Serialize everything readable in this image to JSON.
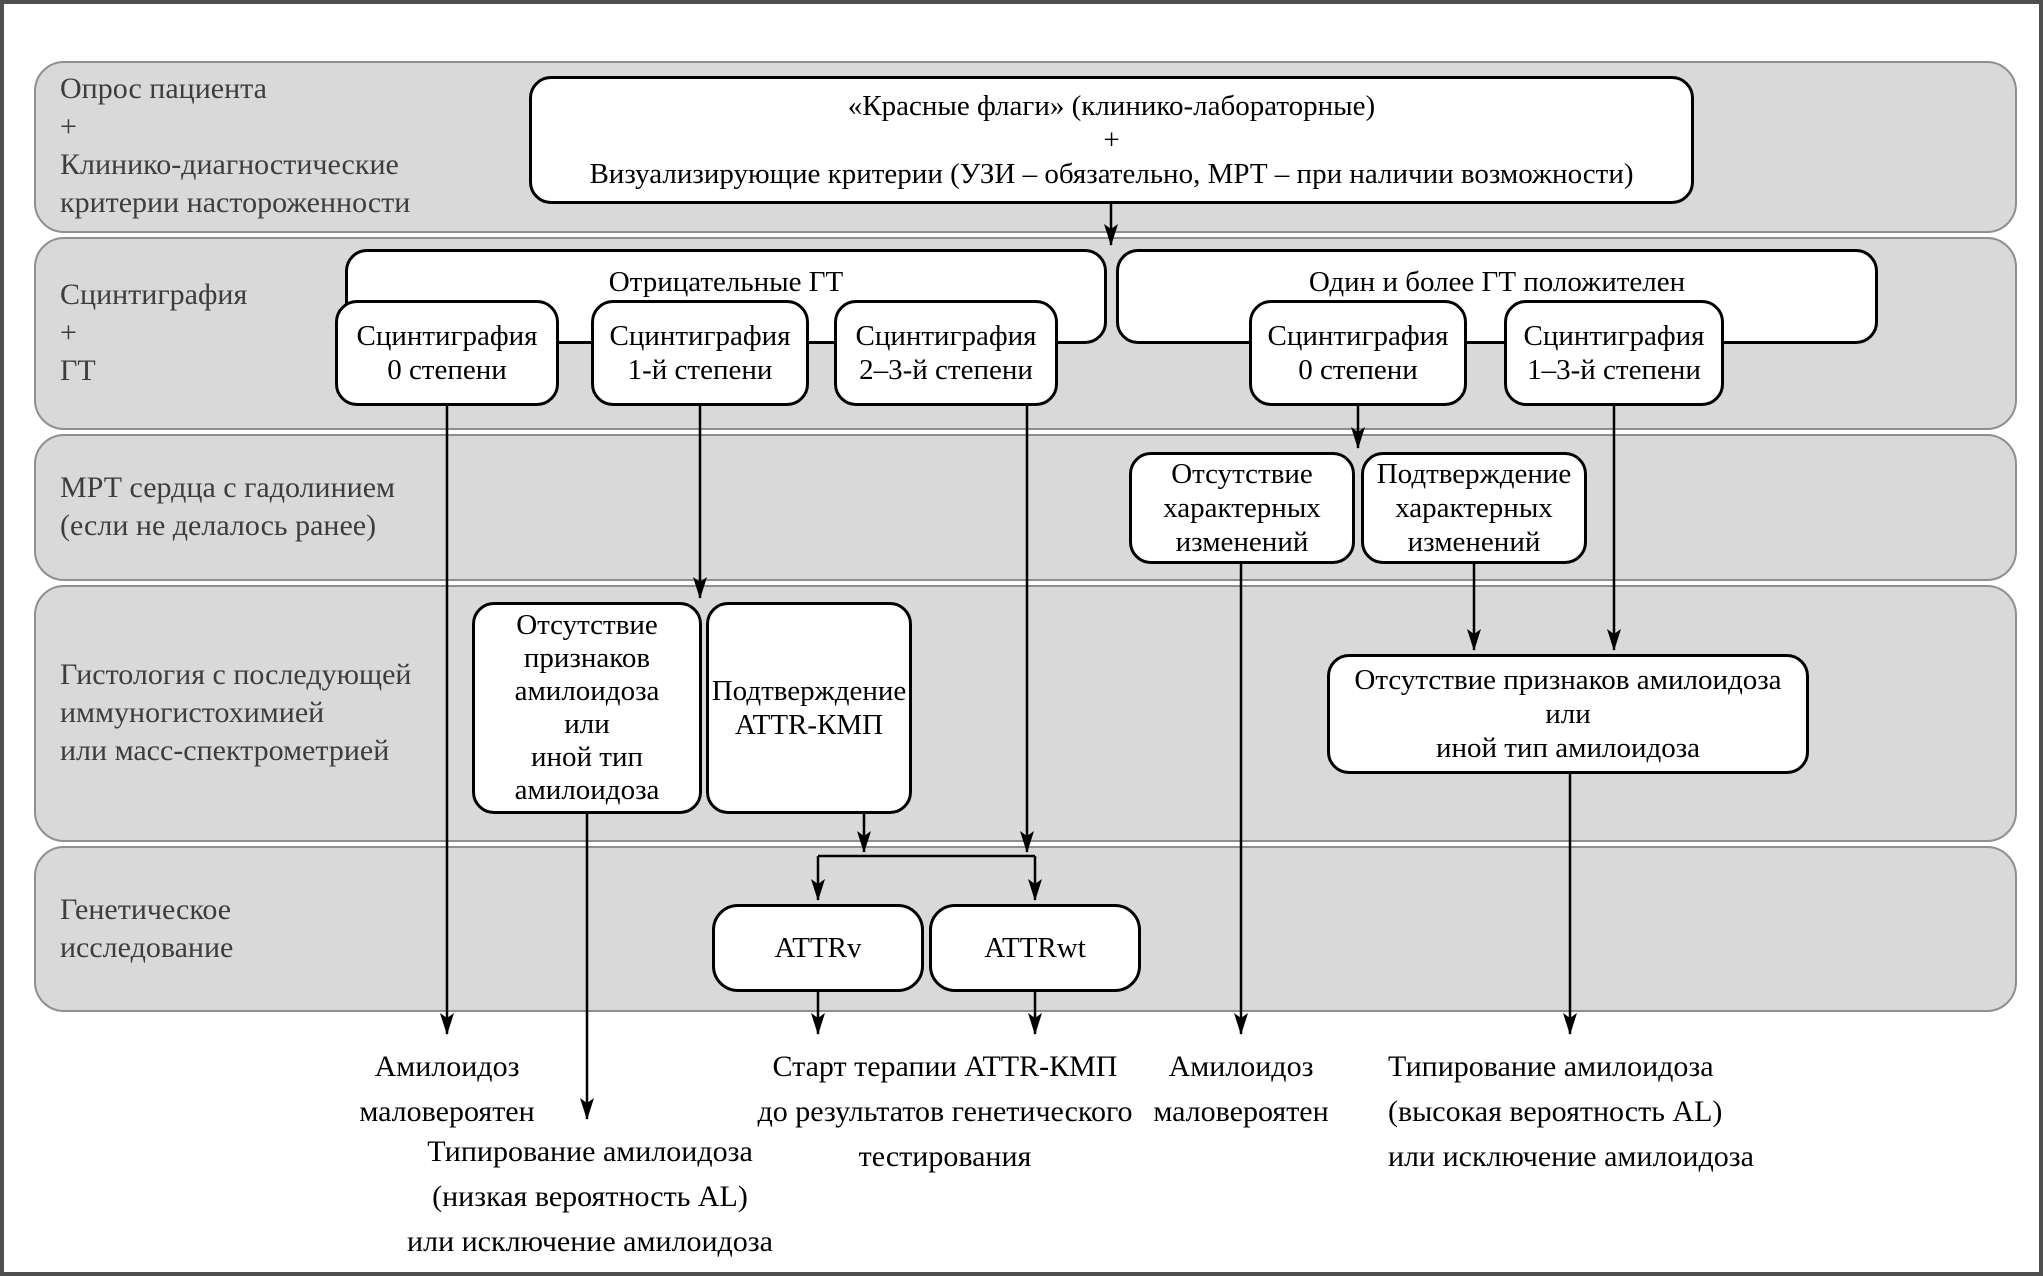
{
  "diagram": {
    "title_implicit": "Диагностический алгоритм ATTR-КМП",
    "rows": [
      {
        "label_lines": [
          "Опрос пациента",
          "+",
          "Клинико-диагностические",
          "критерии настороженности"
        ]
      },
      {
        "label_lines": [
          "Сцинтиграфия",
          "+",
          "ГТ"
        ]
      },
      {
        "label_lines": [
          "МРТ сердца с гадолинием",
          "(если не делалось ранее)"
        ]
      },
      {
        "label_lines": [
          "Гистология с последующей",
          "иммуногистохимией",
          "или масс-спектрометрией"
        ]
      },
      {
        "label_lines": [
          "Генетическое",
          "исследование"
        ]
      }
    ],
    "nodes": {
      "red_flags": {
        "lines": [
          "«Красные флаги» (клинико-лабораторные)",
          "+",
          "Визуализирующие критерии (УЗИ – обязательно, МРТ – при наличии возможности)"
        ]
      },
      "gt_negative": {
        "label": "Отрицательные ГТ"
      },
      "gt_positive": {
        "label": "Один и более ГТ положителен"
      },
      "scint_0_left": {
        "lines": [
          "Сцинтиграфия",
          "0 степени"
        ]
      },
      "scint_1": {
        "lines": [
          "Сцинтиграфия",
          "1-й степени"
        ]
      },
      "scint_2_3": {
        "lines": [
          "Сцинтиграфия",
          "2–3-й степени"
        ]
      },
      "scint_0_right": {
        "lines": [
          "Сцинтиграфия",
          "0 степени"
        ]
      },
      "scint_1_3": {
        "lines": [
          "Сцинтиграфия",
          "1–3-й степени"
        ]
      },
      "mri_no_changes": {
        "lines": [
          "Отсутствие",
          "характерных",
          "изменений"
        ]
      },
      "mri_confirmed": {
        "lines": [
          "Подтверждение",
          "характерных",
          "изменений"
        ]
      },
      "hist_no_amyloid_left": {
        "lines": [
          "Отсутствие",
          "признаков",
          "амилоидоза",
          "или",
          "иной тип",
          "амилоидоза"
        ]
      },
      "hist_attr_confirmed": {
        "lines": [
          "Подтверждение",
          "ATTR-КМП"
        ]
      },
      "hist_no_amyloid_right": {
        "lines": [
          "Отсутствие признаков амилоидоза",
          "или",
          "иной тип амилоидоза"
        ]
      },
      "attrv": {
        "label": "ATTRv"
      },
      "attrwt": {
        "label": "ATTRwt"
      }
    },
    "outcomes": {
      "amyloid_unlikely_left": {
        "lines": [
          "Амилоидоз",
          "маловероятен"
        ]
      },
      "typing_low_al": {
        "lines": [
          "Типирование амилоидоза",
          "(низкая вероятность AL)",
          "или исключение амилоидоза"
        ]
      },
      "start_therapy": {
        "lines": [
          "Старт терапии ATTR-КМП",
          "до результатов генетического",
          "тестирования"
        ]
      },
      "amyloid_unlikely_right": {
        "lines": [
          "Амилоидоз",
          "маловероятен"
        ]
      },
      "typing_high_al": {
        "lines": [
          "Типирование амилоидоза",
          "(высокая вероятность AL)",
          "или исключение амилоидоза"
        ]
      }
    },
    "colors": {
      "band_fill": "#d9d9d9",
      "band_border": "#8f8f8f",
      "node_fill": "#ffffff",
      "node_border": "#000000",
      "frame": "#4f4f4f",
      "text": "#000000",
      "label_text": "#3d3d3d"
    }
  }
}
